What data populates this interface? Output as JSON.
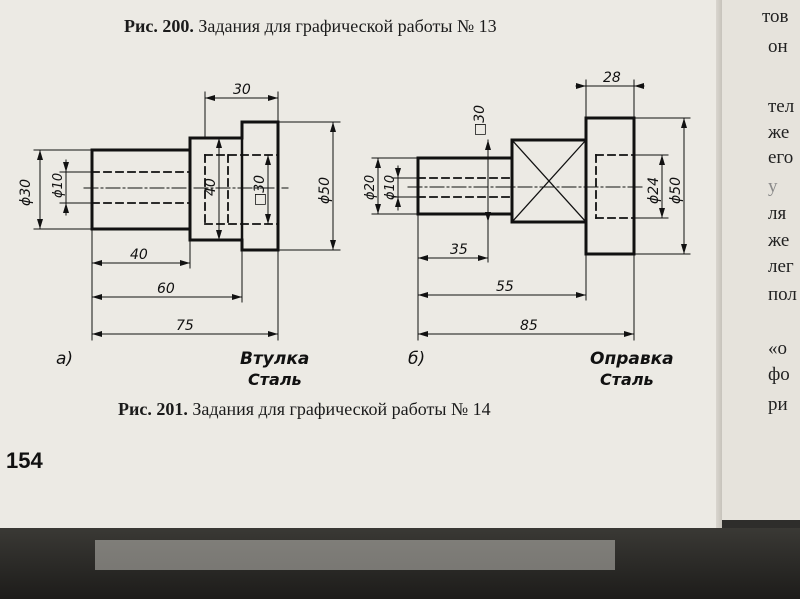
{
  "captions": {
    "fig200_number": "Рис. 200.",
    "fig200_text": "Задания для графической работы № 13",
    "fig201_number": "Рис. 201.",
    "fig201_text": "Задания для графической работы № 14"
  },
  "page_number": "154",
  "drawing_a": {
    "label": "а)",
    "name": "Втулка",
    "material": "Сталь",
    "dims": {
      "d30": "ϕ30",
      "d10": "ϕ10",
      "w30": "30",
      "h40": "40",
      "sq30": "□30",
      "d50": "ϕ50",
      "l40": "40",
      "l60": "60",
      "l75": "75"
    }
  },
  "drawing_b": {
    "label": "б)",
    "name": "Оправка",
    "material": "Сталь",
    "dims": {
      "sq30": "□30",
      "w28": "28",
      "d20": "ϕ20",
      "d10": "ϕ10",
      "d24": "ϕ24",
      "d50": "ϕ50",
      "l35": "35",
      "l55": "55",
      "l85": "85"
    }
  },
  "right_page_words": [
    "тов",
    "он",
    "тел",
    "же",
    "его",
    "у",
    "ля",
    "же",
    "лег",
    "пол",
    "«о",
    "фо",
    "ри"
  ]
}
